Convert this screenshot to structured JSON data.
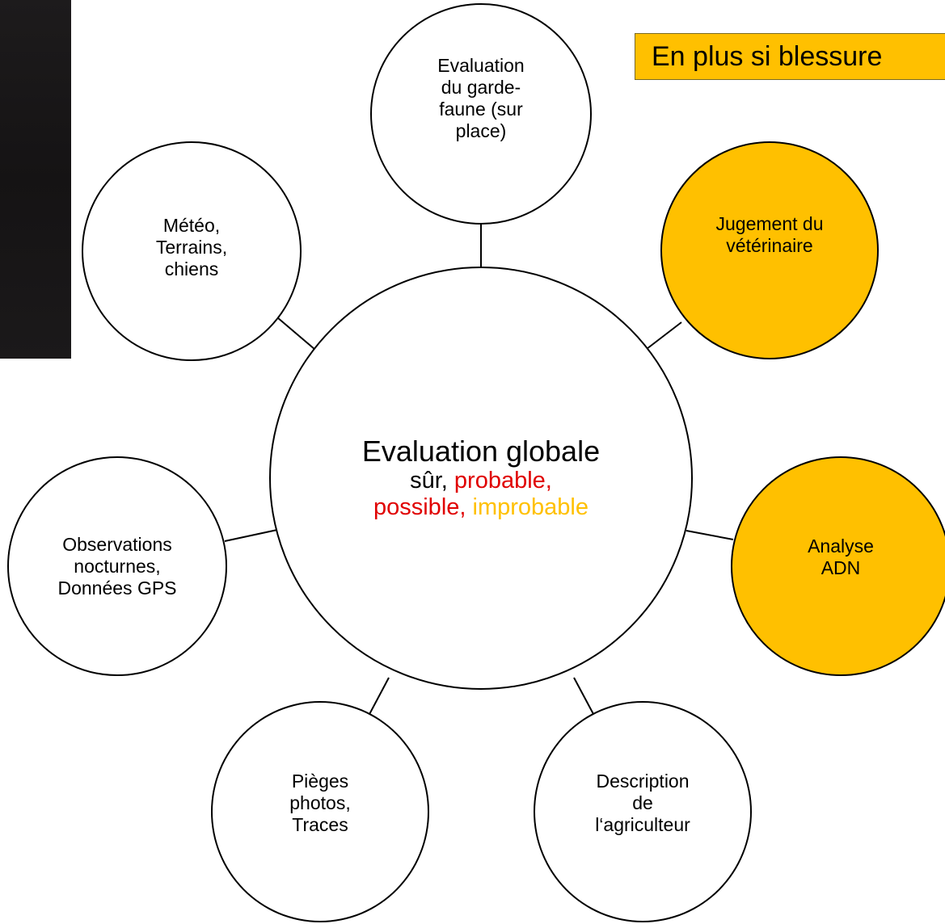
{
  "banner": {
    "text": "En plus si blessure"
  },
  "center": {
    "title": "Evaluation globale",
    "levels": [
      "sûr,",
      "probable,",
      "possible,",
      "improbable"
    ]
  },
  "nodes": {
    "evaluation_garde_faune": {
      "lines": [
        "Evaluation",
        "du garde-",
        "faune (sur",
        "place)"
      ]
    },
    "jugement_veterinaire": {
      "lines": [
        "Jugement du",
        "vétérinaire"
      ]
    },
    "analyse_adn": {
      "lines": [
        "Analyse",
        "ADN"
      ]
    },
    "description_agriculteur": {
      "lines": [
        "Description",
        "de",
        "l‘agriculteur"
      ]
    },
    "pieges_photos": {
      "lines": [
        "Pièges",
        "photos,",
        "Traces"
      ]
    },
    "observations_nocturnes": {
      "lines": [
        "Observations",
        "nocturnes,",
        "Données GPS"
      ]
    },
    "meteo_terrains": {
      "lines": [
        "Météo,",
        "Terrains,",
        "chiens"
      ]
    }
  },
  "colors": {
    "accent_gold": "#ffc000",
    "level_sur": "#000000",
    "level_probable": "#e00000",
    "level_possible": "#e00000",
    "level_improbable": "#ffc000",
    "outline": "#000000"
  }
}
